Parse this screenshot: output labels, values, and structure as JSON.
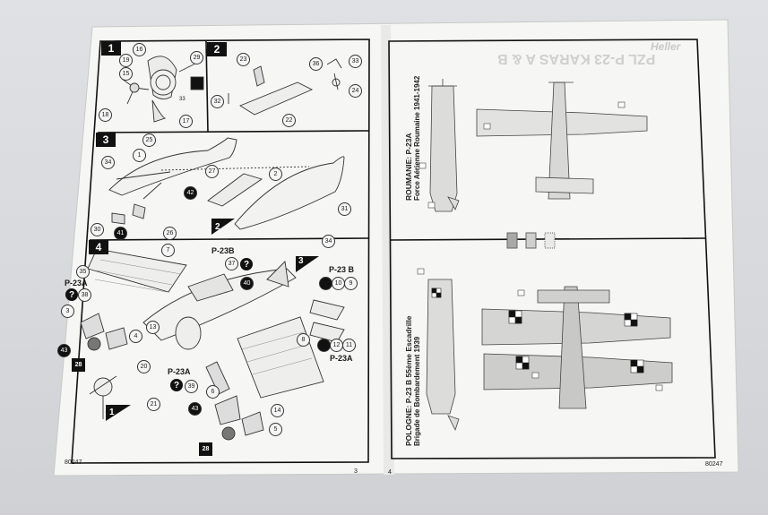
{
  "left_page": {
    "steps": {
      "s1": "1",
      "s2": "2",
      "s3": "3",
      "s4": "4"
    },
    "part_numbers": {
      "p16": "16",
      "p29": "29",
      "p19": "19",
      "p15": "15",
      "p18": "18",
      "p17": "17",
      "p33a": "33",
      "p23": "23",
      "p36": "36",
      "p33b": "33",
      "p32": "32",
      "p22": "22",
      "p24": "24",
      "p25": "25",
      "p1": "1",
      "p34a": "34",
      "p27": "27",
      "p2": "2",
      "p30": "30",
      "p26": "26",
      "p31": "31",
      "p34b": "34",
      "p7": "7",
      "p35": "35",
      "p37": "37",
      "p10": "10",
      "p9": "9",
      "p38": "38",
      "p3": "3",
      "p13": "13",
      "p4": "4",
      "p8": "8",
      "p12": "12",
      "p11": "11",
      "p20": "20",
      "p39": "39",
      "p6": "6",
      "p21": "21",
      "p14": "14",
      "p5": "5"
    },
    "dark_parts": {
      "d42": "42",
      "d41": "41",
      "d40": "40",
      "d43a": "43",
      "d43b": "43"
    },
    "square_parts": {
      "q28a": "28",
      "q28b": "28"
    },
    "ref_arrows": {
      "r2": "2",
      "r3": "3",
      "r1": "1"
    },
    "variant_labels": {
      "p23b_top": "P-23B",
      "p23b_right": "P-23 B",
      "p23a_left": "P-23A",
      "p23a_mid": "P-23A",
      "p23a_right": "P-23A"
    },
    "question_mark": "?",
    "footer": {
      "code": "80247",
      "page": "3"
    }
  },
  "right_page": {
    "header_brand": "Heller",
    "header_title": "PZL P-23 KARAS A & B",
    "romania_caption": {
      "line1": "ROUMANIE: P-23A",
      "line2": "Force Aérienne Roumaine  1941-1942"
    },
    "poland_caption": {
      "line1": "POLOGNE: P-23 B  55ème Escadrille",
      "line2": "Brigade de Bombardement   1939"
    },
    "footer": {
      "page": "4",
      "code": "80247"
    }
  },
  "colors": {
    "paper": "#f6f6f4",
    "ink": "#1a1a1a",
    "background": "#d8dadd",
    "swatch_grey": "#a9aaa6",
    "swatch_light": "#cfd0cc"
  }
}
